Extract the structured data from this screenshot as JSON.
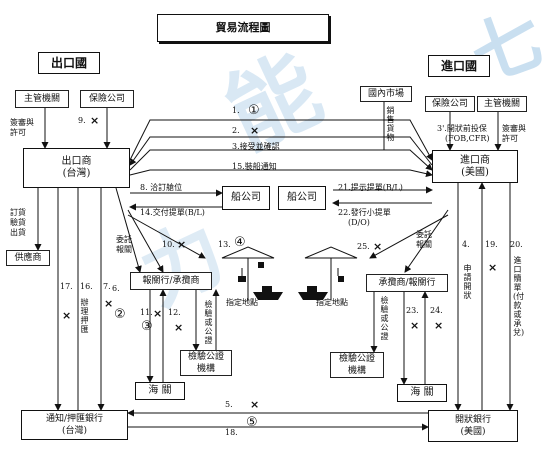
{
  "title": "貿易流程圖",
  "parties": {
    "export_country": "出口國",
    "import_country": "進口國",
    "exporter_authority": "主管機關",
    "exporter_insurance": "保險公司",
    "exporter": "出口商\n(台灣)",
    "supplier": "供應商",
    "shipping_a": "船公司",
    "shipping_b": "船公司",
    "domestic_market": "國內市場",
    "importer_insurance": "保險公司",
    "importer_authority": "主管機關",
    "importer": "進口商\n(美國)",
    "export_customs_broker": "報關行/承攬商",
    "import_customs_broker": "承攬商/報關行",
    "export_inspection": "檢驗公證\n機構",
    "import_inspection": "檢驗公證\n機構",
    "export_customs": "海  關",
    "import_customs": "海  關",
    "advising_bank": "通知/押匯銀行\n(台灣)",
    "issuing_bank": "開狀銀行\n(美國)"
  },
  "labels": {
    "s1": "1.",
    "s2": "2.",
    "s3": "3.接受並確認",
    "s15": "15.裝船通知",
    "s8": "8. 洽訂艙位",
    "s14": "14.交付提單(B/L)",
    "s21": "21.提示提單(B/L)",
    "s22": "22.發行小提單",
    "s22b": "(D/O)",
    "s9": "9.",
    "s3b": "3'.開狀前投保",
    "s3c": "(FOB,CFR)",
    "s10": "10.",
    "s13": "13.",
    "s25": "25.",
    "s6": "6.",
    "s11": "11.",
    "s12": "12.",
    "s17": "17.",
    "s16": "16.",
    "s7": "7.",
    "s23": "23.",
    "s24": "24.",
    "s4": "4.",
    "s19": "19.",
    "s20": "20.",
    "s5": "5.",
    "s18": "18.",
    "approve_left": "簽審與\n許可",
    "approve_right": "簽審與\n許可",
    "order_goods": "訂貨\n驗貨\n出貨",
    "sell_goods": "銷售貨物",
    "entrust_left": "委託\n報關",
    "entrust_right": "委託\n報關",
    "inspection_left": "檢驗或公證",
    "inspection_right": "檢驗或公證",
    "negotiation": "辦理押匯",
    "apply_lc": "申請開狀",
    "redeem": "進口贖單(付款或承兌)",
    "dest_left": "指定地點",
    "dest_right": "指定地點"
  },
  "marks": {
    "cross": "×",
    "c1": "①",
    "c2": "②",
    "c3": "③",
    "c4": "④",
    "c5": "⑤"
  }
}
